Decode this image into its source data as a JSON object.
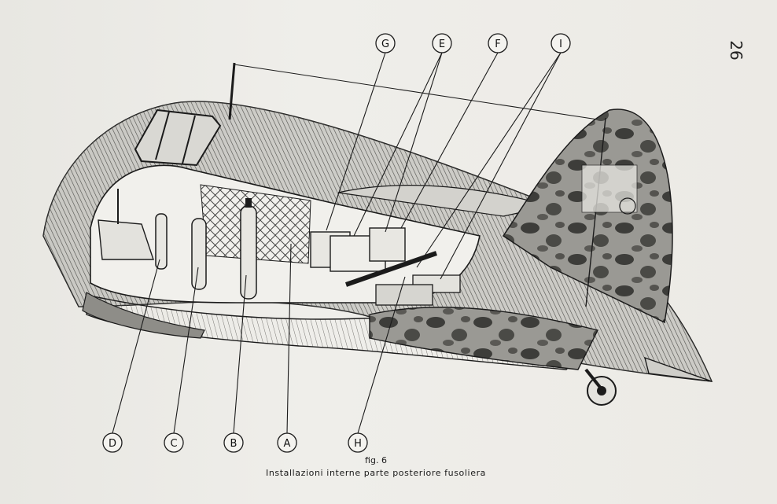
{
  "page_number": "26",
  "figure": {
    "number": "fig. 6",
    "caption": "Installazioni interne parte posteriore fusoliera"
  },
  "callouts": [
    {
      "id": "G",
      "label": "G"
    },
    {
      "id": "E",
      "label": "E"
    },
    {
      "id": "F",
      "label": "F"
    },
    {
      "id": "I",
      "label": "I"
    },
    {
      "id": "D",
      "label": "D"
    },
    {
      "id": "C",
      "label": "C"
    },
    {
      "id": "B",
      "label": "B"
    },
    {
      "id": "A",
      "label": "A"
    },
    {
      "id": "H",
      "label": "H"
    }
  ],
  "colors": {
    "ink": "#1b1b1b",
    "paper": "#ecebe7",
    "camo_dark": "#3a3a38",
    "camo_mid": "#8a8985"
  }
}
